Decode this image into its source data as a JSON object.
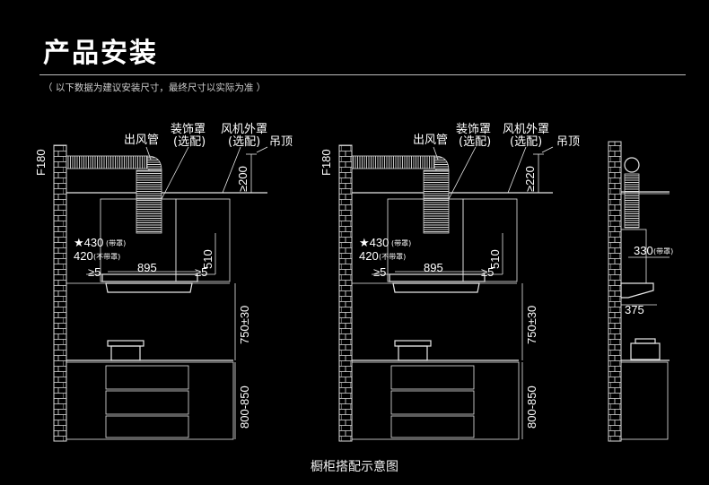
{
  "header": {
    "title": "产品安装",
    "note": "（ 以下数据为建议安装尺寸，最终尺寸以实际为准 ）"
  },
  "caption": "橱柜搭配示意图",
  "labels": {
    "duct": "出风管",
    "cover": "装饰罩",
    "cover_opt": "(选配)",
    "fan": "风机外罩",
    "fan_opt": "(选配)",
    "ceiling": "吊顶"
  },
  "dims": {
    "f180": "F180",
    "gap200": "≥200",
    "gap220": "≥220",
    "star430": "★430",
    "with_cover": "(带罩)",
    "w420": "420",
    "without_cover": "(不带罩)",
    "ge5": "≥5",
    "w895": "895",
    "h510": "510",
    "h750": "750±30",
    "h800": "800-850",
    "d330": "330",
    "d375": "375"
  }
}
